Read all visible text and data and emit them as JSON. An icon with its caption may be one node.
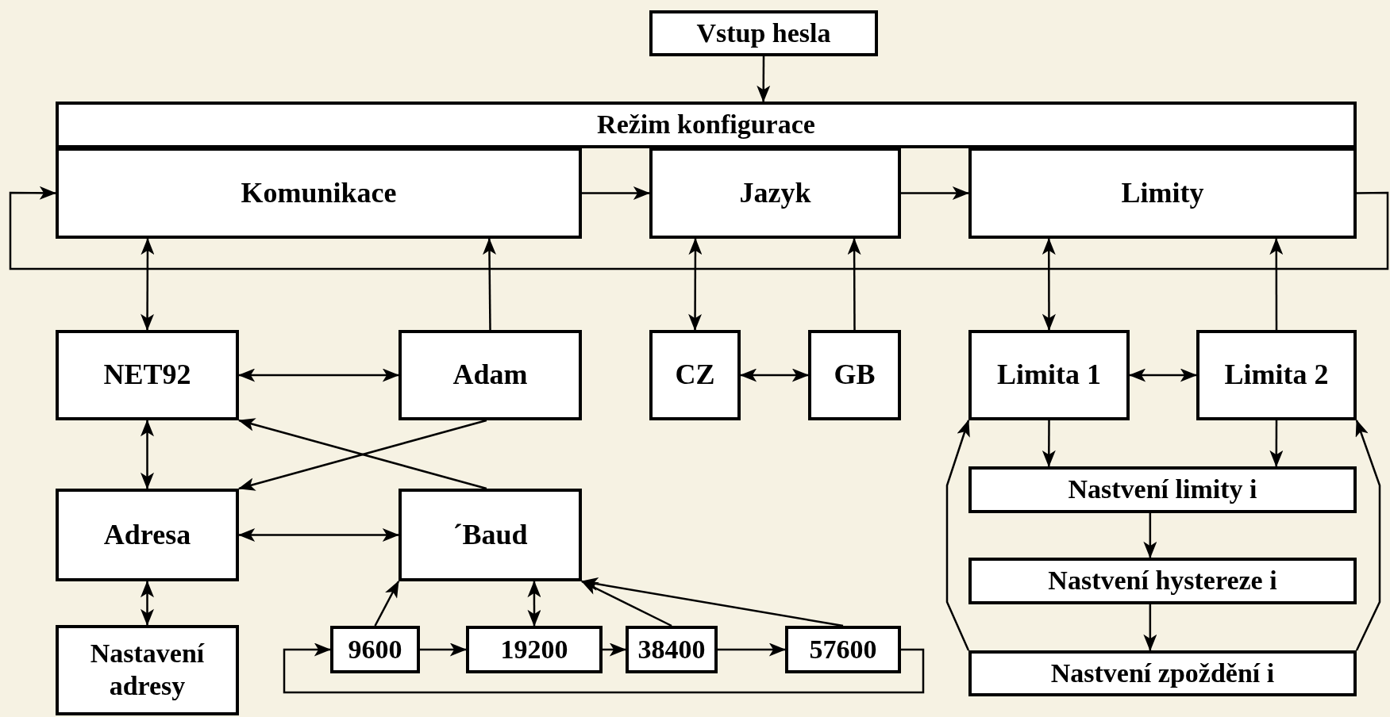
{
  "diagram": {
    "nodes": [
      {
        "text": [
          "Vstup hesla"
        ]
      },
      {
        "text": [
          "Režim konfigurace"
        ]
      },
      {
        "text": [
          "Komunikace"
        ]
      },
      {
        "text": [
          "Jazyk"
        ]
      },
      {
        "text": [
          "Limity"
        ]
      },
      {
        "text": [
          "NET92"
        ]
      },
      {
        "text": [
          "Adam"
        ]
      },
      {
        "text": [
          "CZ"
        ]
      },
      {
        "text": [
          "GB"
        ]
      },
      {
        "text": [
          "Limita 1"
        ]
      },
      {
        "text": [
          "Limita 2"
        ]
      },
      {
        "text": [
          "Adresa"
        ]
      },
      {
        "text": [
          "´Baud"
        ]
      },
      {
        "text": [
          "Nastvení limity i"
        ]
      },
      {
        "text": [
          "Nastvení hystereze i"
        ]
      },
      {
        "text": [
          "Nastavení adresy"
        ]
      },
      {
        "text": [
          "9600"
        ]
      },
      {
        "text": [
          "19200"
        ]
      },
      {
        "text": [
          "38400"
        ]
      },
      {
        "text": [
          "57600"
        ]
      },
      {
        "text": [
          "Nastvení zpoždění i"
        ]
      }
    ],
    "edges": [
      {
        "from": 0,
        "to": 1,
        "arrow": "to"
      },
      {
        "from": 2,
        "to": 3,
        "arrow": "to"
      },
      {
        "from": 3,
        "to": 4,
        "arrow": "to"
      },
      {
        "from": 4,
        "to": 2,
        "arrow": "to"
      },
      {
        "from": 5,
        "to": 2,
        "arrow": "both"
      },
      {
        "from": 6,
        "to": 2,
        "arrow": "to"
      },
      {
        "from": 7,
        "to": 3,
        "arrow": "both"
      },
      {
        "from": 8,
        "to": 3,
        "arrow": "to"
      },
      {
        "from": 9,
        "to": 4,
        "arrow": "both"
      },
      {
        "from": 10,
        "to": 4,
        "arrow": "to"
      },
      {
        "from": 5,
        "to": 6,
        "arrow": "both"
      },
      {
        "from": 7,
        "to": 8,
        "arrow": "both"
      },
      {
        "from": 9,
        "to": 10,
        "arrow": "both"
      },
      {
        "from": 5,
        "to": 11,
        "arrow": "both"
      },
      {
        "from": 6,
        "to": 11,
        "arrow": "to"
      },
      {
        "from": 12,
        "to": 5,
        "arrow": "to"
      },
      {
        "from": 11,
        "to": 12,
        "arrow": "both"
      },
      {
        "from": 11,
        "to": 15,
        "arrow": "both"
      },
      {
        "from": 16,
        "to": 12,
        "arrow": "to"
      },
      {
        "from": 17,
        "to": 12,
        "arrow": "both"
      },
      {
        "from": 18,
        "to": 12,
        "arrow": "to"
      },
      {
        "from": 19,
        "to": 12,
        "arrow": "to"
      },
      {
        "from": 16,
        "to": 17,
        "arrow": "to"
      },
      {
        "from": 17,
        "to": 18,
        "arrow": "to"
      },
      {
        "from": 18,
        "to": 19,
        "arrow": "to"
      },
      {
        "from": 19,
        "to": 16,
        "arrow": "to"
      },
      {
        "from": 9,
        "to": 13,
        "arrow": "to"
      },
      {
        "from": 10,
        "to": 13,
        "arrow": "to"
      },
      {
        "from": 13,
        "to": 14,
        "arrow": "to"
      },
      {
        "from": 14,
        "to": 20,
        "arrow": "to"
      },
      {
        "from": 20,
        "to": 9,
        "arrow": "to"
      },
      {
        "from": 20,
        "to": 10,
        "arrow": "to"
      }
    ]
  }
}
